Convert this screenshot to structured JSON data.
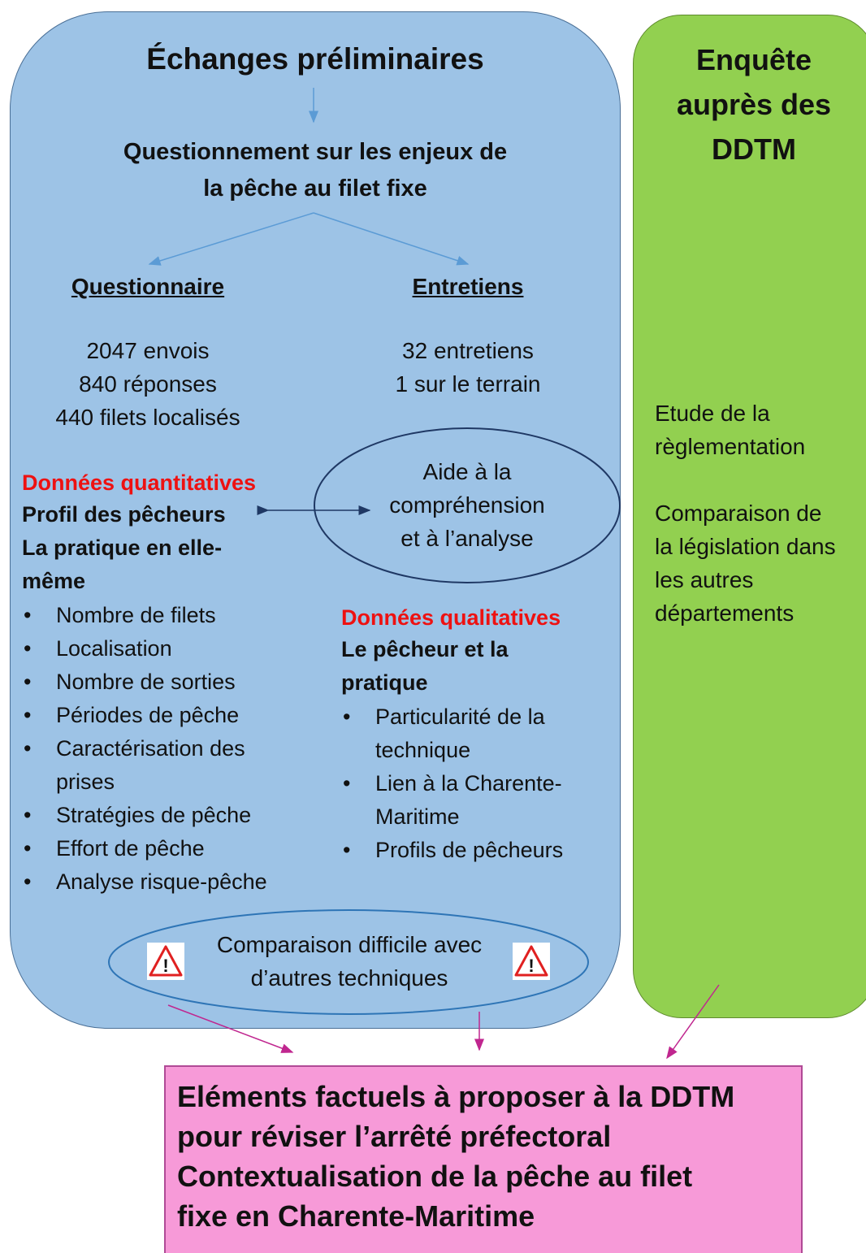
{
  "left_panel": {
    "title": "Échanges préliminaires",
    "subtitle_line1": "Questionnement sur les enjeux de",
    "subtitle_line2": "la pêche au filet fixe",
    "questionnaire": {
      "heading": "Questionnaire",
      "lines": [
        "2047 envois",
        "840 réponses",
        "440 filets localisés"
      ]
    },
    "entretiens": {
      "heading": "Entretiens",
      "lines": [
        "32 entretiens",
        "1 sur le terrain"
      ]
    },
    "ellipse_aide": [
      "Aide à la",
      "compréhension",
      "et à l’analyse"
    ],
    "quantitative": {
      "heading": "Données quantitatives",
      "line1": "Profil des pêcheurs",
      "line2": "La pratique en elle-",
      "line3": "même",
      "items": [
        "Nombre de filets",
        "Localisation",
        "Nombre de sorties",
        "Périodes de pêche",
        "Caractérisation des",
        "prises",
        "Stratégies de pêche",
        "Effort de pêche",
        "Analyse risque-pêche"
      ]
    },
    "qualitative": {
      "heading": "Données qualitatives",
      "line1": "Le pêcheur et la",
      "line2": "pratique",
      "items": [
        "Particularité de la",
        "technique",
        "Lien à la Charente-",
        "Maritime",
        "Profils de pêcheurs"
      ]
    },
    "ellipse_compare": [
      "Comparaison difficile avec",
      "d’autres techniques"
    ],
    "warning_symbol": "!"
  },
  "right_panel": {
    "title": [
      "Enquête",
      "auprès des",
      "DDTM"
    ],
    "para1": [
      "Etude de la",
      "règlementation"
    ],
    "para2": [
      "Comparaison de",
      "la législation dans",
      "les autres",
      "départements"
    ]
  },
  "bottom_box": {
    "lines": [
      "Eléments factuels à proposer à la DDTM",
      "pour réviser l’arrêté préfectoral",
      "Contextualisation de la pêche au filet",
      "fixe en Charente-Maritime"
    ]
  },
  "colors": {
    "blue_panel": "#9dc3e6",
    "green_panel": "#92d050",
    "pink_box": "#f79ad8",
    "red_heading": "#ee1111",
    "arrow_blue": "#5b9bd5",
    "arrow_navy": "#1f3864",
    "arrow_magenta": "#c0268f"
  }
}
